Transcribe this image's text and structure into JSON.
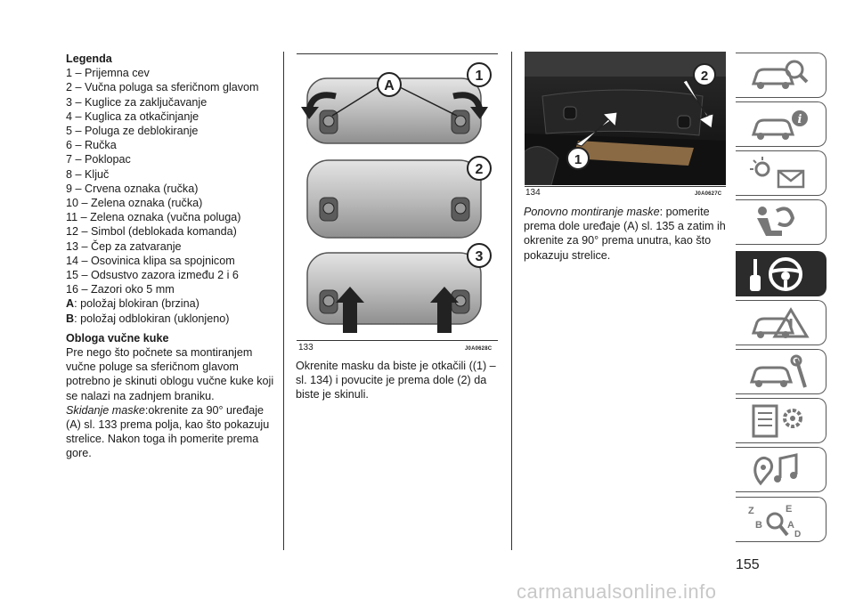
{
  "legend": {
    "title": "Legenda",
    "items": [
      "1 – Prijemna cev",
      "2 – Vučna poluga sa sferičnom glavom",
      "3 – Kuglice za zaključavanje",
      "4 – Kuglica za otkačinjanje",
      "5 – Poluga ze deblokiranje",
      "6 – Ručka",
      "7 – Poklopac",
      "8 – Ključ",
      "9 – Crvena oznaka (ručka)",
      "10 – Zelena oznaka (ručka)",
      "11 – Zelena oznaka (vučna poluga)",
      "12 – Simbol (deblokada komanda)",
      "13 – Čep za zatvaranje",
      "14 – Osovinica klipa sa spojnicom",
      "15 – Odsustvo zazora između 2 i 6",
      "16 – Zazori oko 5 mm"
    ],
    "state_a_key": "A",
    "state_a_text": ": položaj blokiran (brzina)",
    "state_b_key": "B",
    "state_b_text": ": položaj odblokiran (uklonjeno)"
  },
  "section": {
    "title": "Obloga vučne kuke",
    "intro": "Pre nego što počnete sa montiranjem vučne poluge sa sferičnom glavom potrebno je skinuti oblogu vučne kuke koji se nalazi na zadnjem braniku.",
    "removal_label": "Skidanje maske",
    "removal_text": ":okrenite za 90° uređaje (A) sl. 133 prema polja, kao što pokazuju strelice. Nakon toga ih pomerite prema gore."
  },
  "figure133": {
    "number": "133",
    "code": "J0A0628C",
    "labels": [
      "A",
      "1",
      "2",
      "3"
    ]
  },
  "figure134": {
    "number": "134",
    "code": "J0A0627C",
    "labels": [
      "2",
      "1"
    ]
  },
  "middle_text": "Okrenite masku da biste je otkačili ((1) – sl. 134) i povucite je prema dole (2) da biste je skinuli.",
  "refit": {
    "label": "Ponovno montiranje maske",
    "text": ": pomerite prema dole uređaje (A) sl. 135 a zatim ih okrenite za 90° prema unutra, kao što pokazuju strelice."
  },
  "sidebar_tabs": [
    {
      "icon": "car-warning-icon",
      "active": false
    },
    {
      "icon": "car-info-icon",
      "active": false
    },
    {
      "icon": "lights-message-icon",
      "active": false
    },
    {
      "icon": "airbag-seat-icon",
      "active": false
    },
    {
      "icon": "key-steering-wheel-icon",
      "active": true
    },
    {
      "icon": "car-crash-icon",
      "active": false
    },
    {
      "icon": "car-service-icon",
      "active": false
    },
    {
      "icon": "specifications-icon",
      "active": false
    },
    {
      "icon": "multimedia-icon",
      "active": false
    },
    {
      "icon": "alphabetical-index-icon",
      "active": false
    }
  ],
  "page_number": "155",
  "watermark": "carmanualsonline.info"
}
